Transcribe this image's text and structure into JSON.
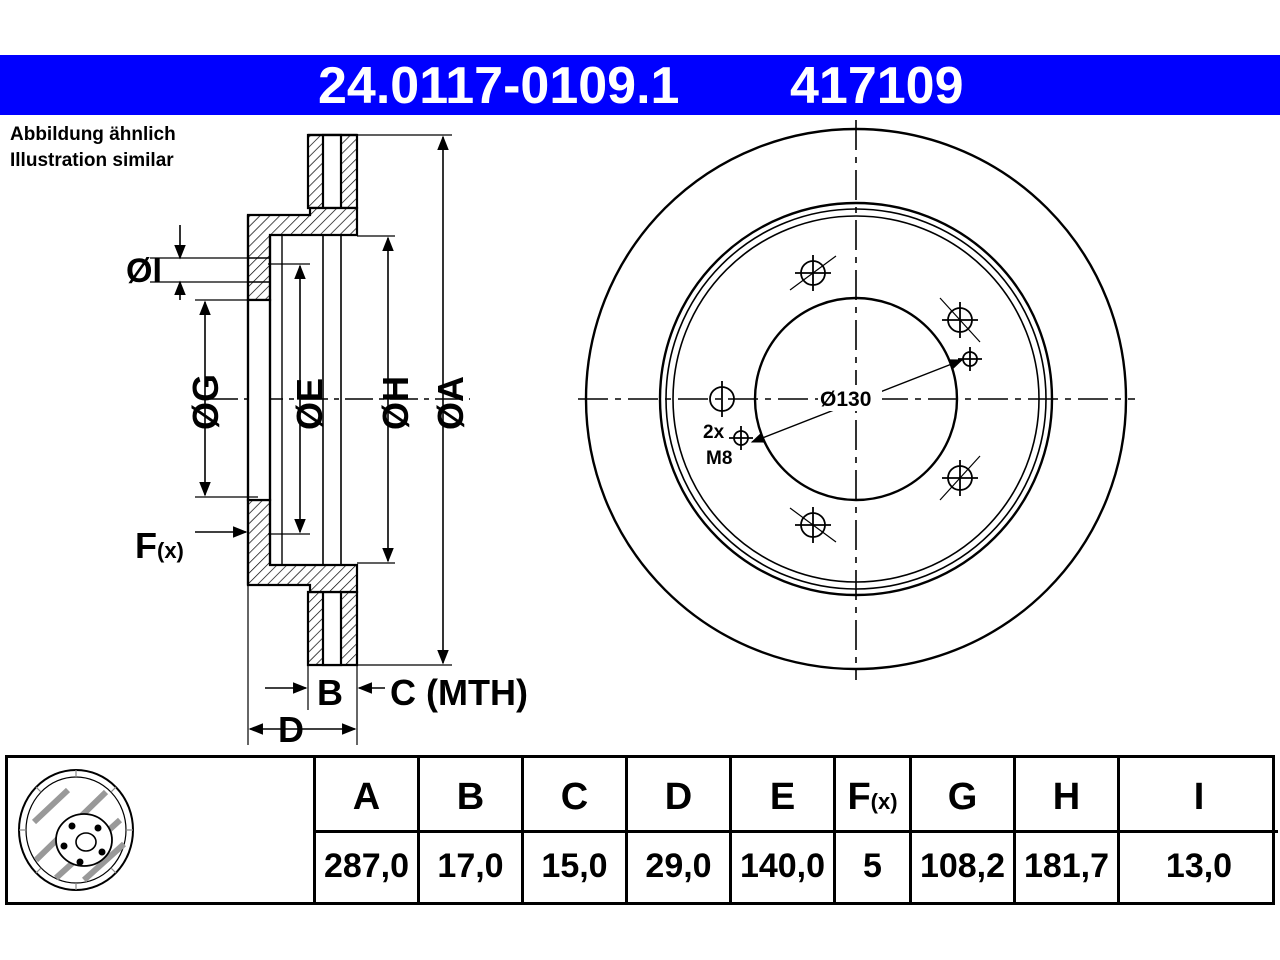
{
  "header": {
    "part_number": "24.0117-0109.1",
    "article_number": "417109",
    "background": "#0000ff",
    "text_color": "#ffffff"
  },
  "note": {
    "line1": "Abbildung ähnlich",
    "line2": "Illustration similar"
  },
  "side_view_labels": {
    "I": "ØI",
    "G": "ØG",
    "E": "ØE",
    "H": "ØH",
    "A": "ØA",
    "F": "F",
    "F_sub": "(x)",
    "B": "B",
    "C": "C (MTH)",
    "D": "D"
  },
  "front_view_labels": {
    "pcd": "Ø130",
    "thread_count": "2x",
    "thread_size": "M8"
  },
  "table": {
    "columns": [
      {
        "key": "A",
        "header": "A",
        "sub": "",
        "value": "287,0"
      },
      {
        "key": "B",
        "header": "B",
        "sub": "",
        "value": "17,0"
      },
      {
        "key": "C",
        "header": "C",
        "sub": "",
        "value": "15,0"
      },
      {
        "key": "D",
        "header": "D",
        "sub": "",
        "value": "29,0"
      },
      {
        "key": "E",
        "header": "E",
        "sub": "",
        "value": "140,0"
      },
      {
        "key": "F",
        "header": "F",
        "sub": "(x)",
        "value": "5"
      },
      {
        "key": "G",
        "header": "G",
        "sub": "",
        "value": "108,2"
      },
      {
        "key": "H",
        "header": "H",
        "sub": "",
        "value": "181,7"
      },
      {
        "key": "I",
        "header": "I",
        "sub": "",
        "value": "13,0"
      }
    ]
  },
  "icons": {
    "thumbnail": "brake-disc-icon"
  }
}
